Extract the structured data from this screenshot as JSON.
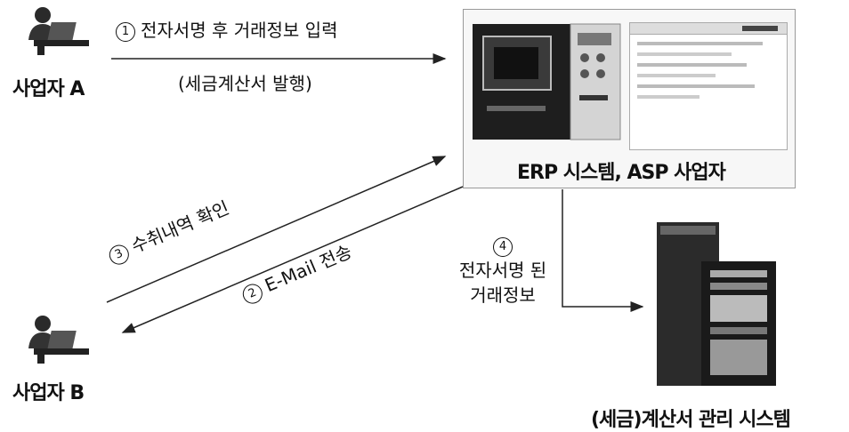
{
  "actors": {
    "a": {
      "label": "사업자 A"
    },
    "b": {
      "label": "사업자 B"
    }
  },
  "systems": {
    "erp": {
      "label": "ERP 시스템, ASP 사업자"
    },
    "tax": {
      "label": "(세금)계산서 관리 시스템"
    }
  },
  "steps": {
    "s1": {
      "num": "1",
      "text": "전자서명 후 거래정보 입력",
      "sub": "(세금계산서 발행)"
    },
    "s2": {
      "num": "2",
      "text": "E-Mail 전송"
    },
    "s3": {
      "num": "3",
      "text": "수취내역 확인"
    },
    "s4": {
      "num": "4",
      "line1": "전자서명 된",
      "line2": "거래정보"
    }
  },
  "icons": [
    "person-laptop-icon",
    "erp-terminal-icon",
    "server-tower-icon"
  ]
}
